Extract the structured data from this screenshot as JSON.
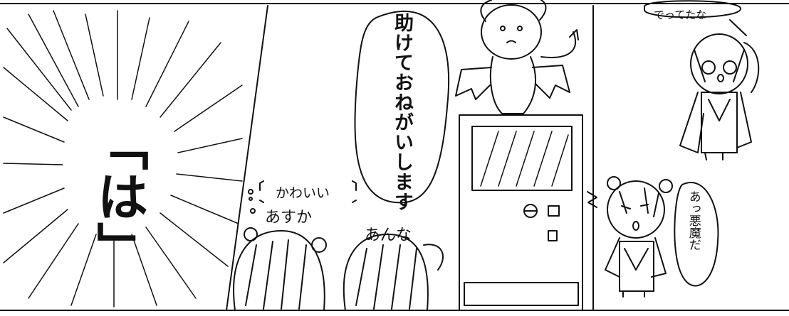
{
  "panels": {
    "sfx_panel": {
      "sfx": "「は」"
    },
    "devil_panel": {
      "devil_speech": "助けておねがいします",
      "girls_thought": "かわいい",
      "asuka_label": "あすか",
      "anna_label": "あんな"
    },
    "right_panel": {
      "top_speech": "でってたな",
      "bottom_speech": "あっ悪魔だ"
    }
  },
  "colors": {
    "ink": "#111111",
    "paper": "#ffffff"
  }
}
